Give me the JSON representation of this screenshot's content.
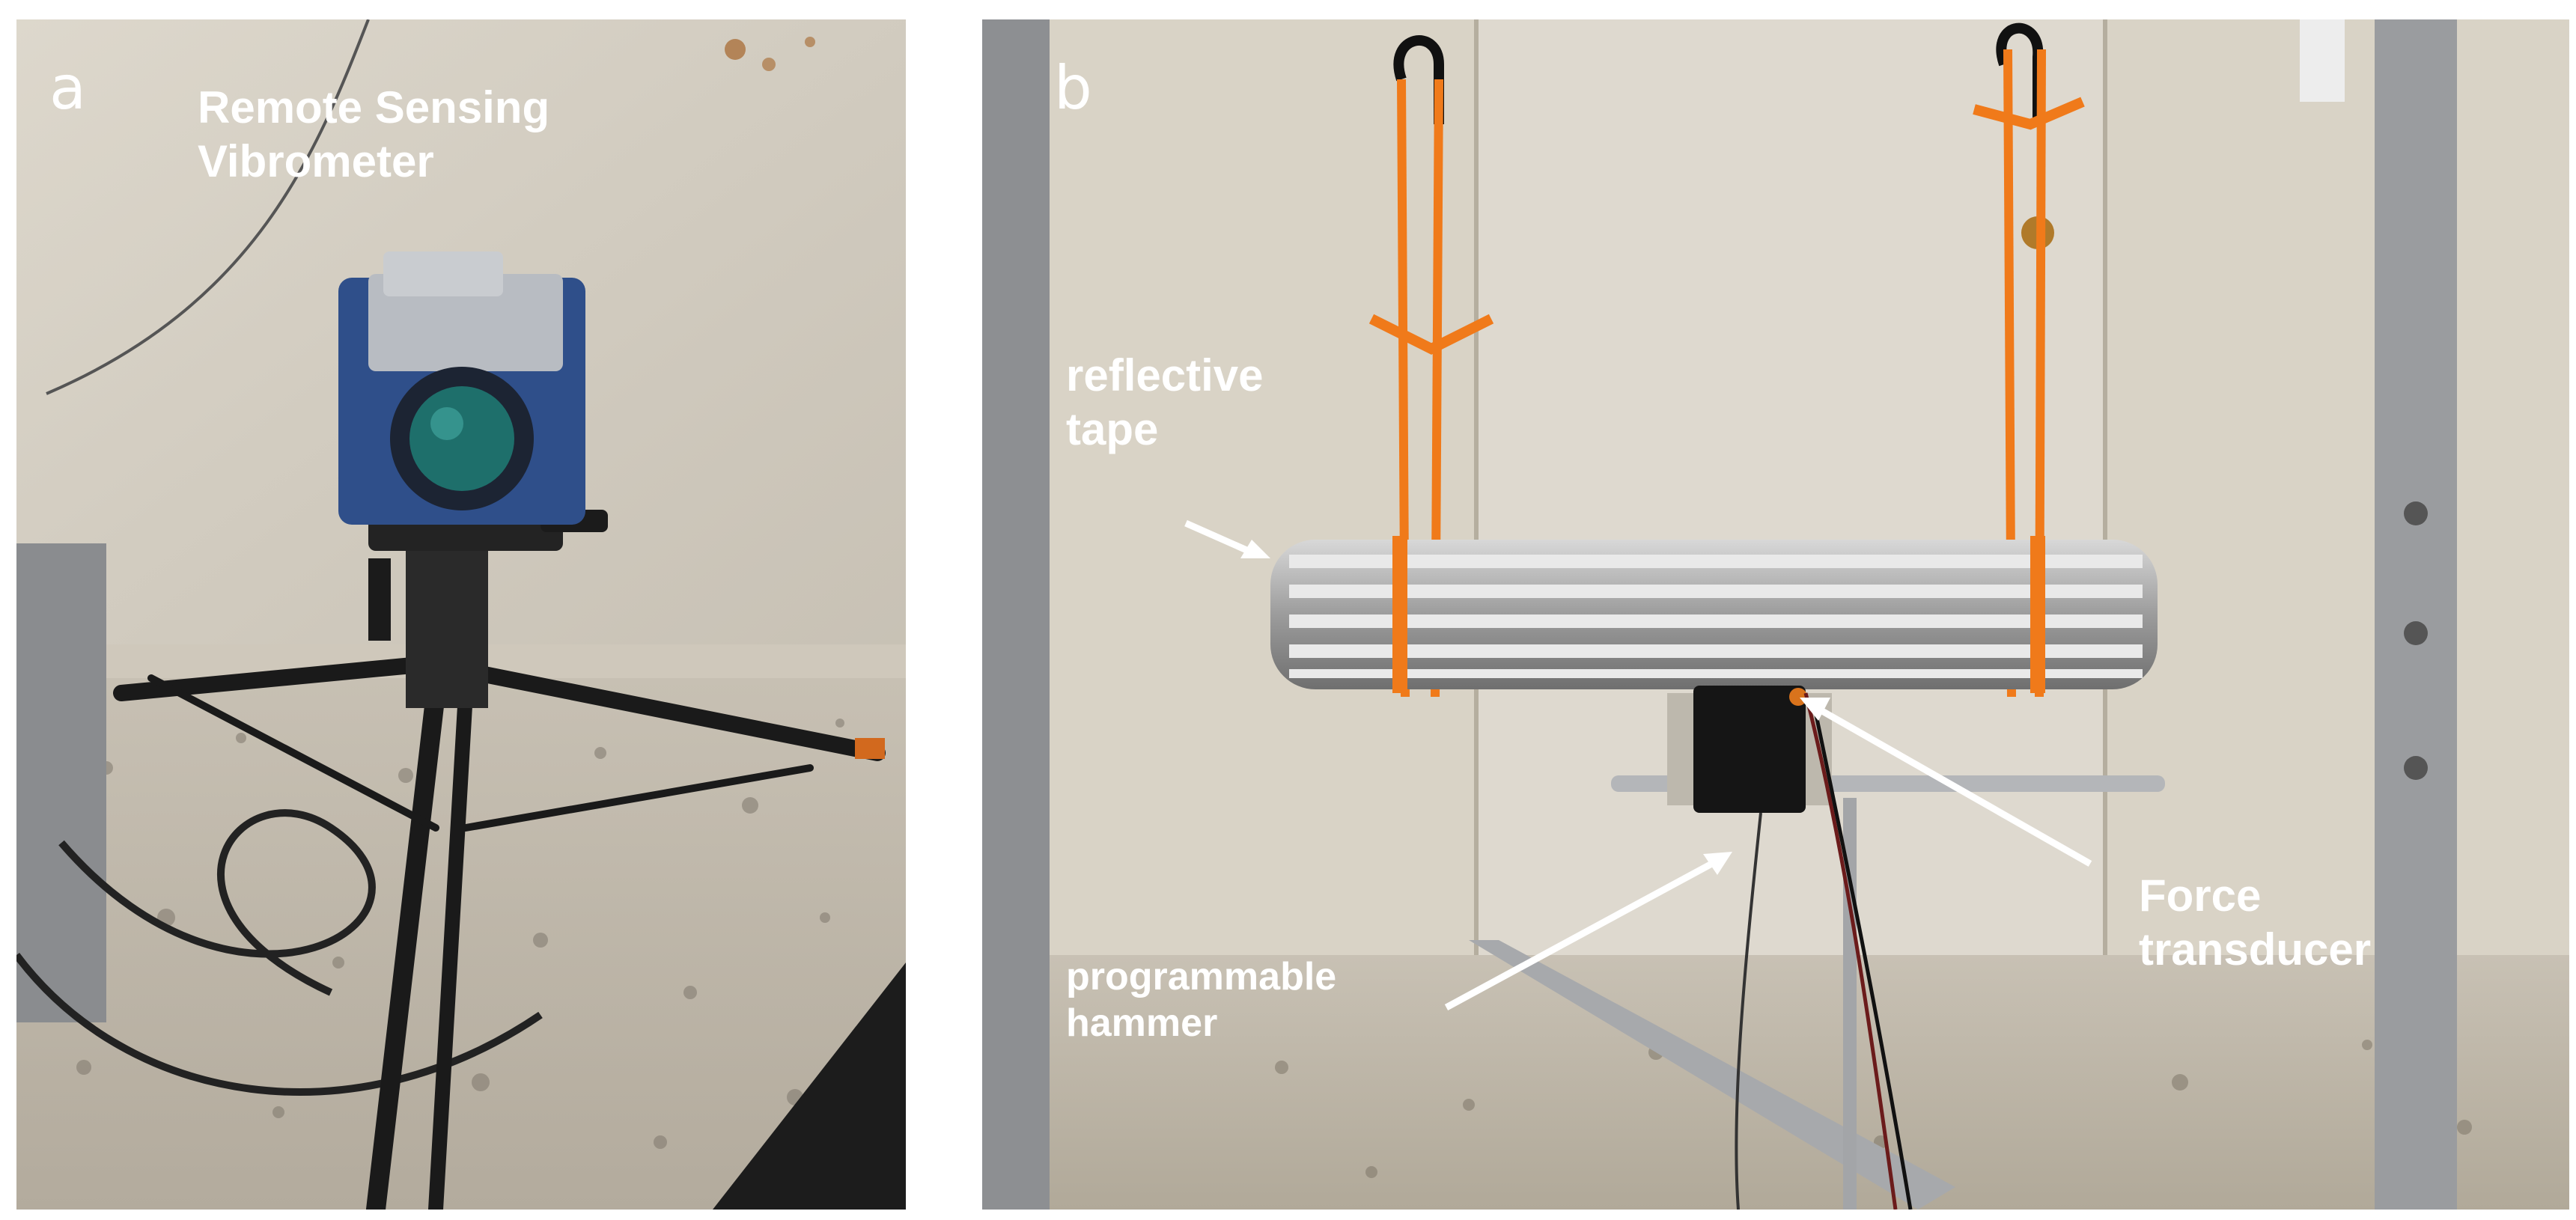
{
  "panels": [
    {
      "letter": "a",
      "labels": [
        {
          "lines": [
            "Remote Sensing",
            "Vibrometer"
          ]
        }
      ]
    },
    {
      "letter": "b",
      "labels": [
        {
          "lines": [
            "reflective",
            "tape"
          ]
        },
        {
          "lines": [
            "Force",
            "transducer"
          ]
        },
        {
          "lines": [
            "programmable",
            "hammer"
          ]
        }
      ]
    }
  ],
  "colors": {
    "wall": "#d9d4c8",
    "floor": "#c9c2b6",
    "vibrometer_body": "#2f4f8a",
    "tripod": "#1e1e1e",
    "rope": "#f07a1a",
    "pipe": "#a9a9a9",
    "door": "#dedad1",
    "label_text": "#ffffff"
  }
}
